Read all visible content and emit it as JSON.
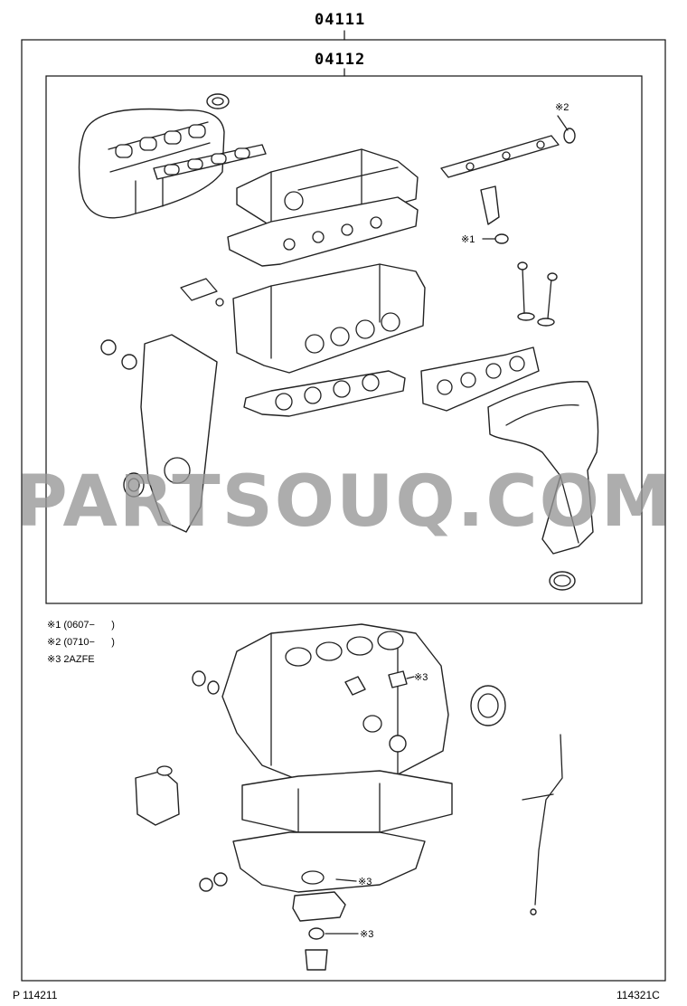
{
  "diagram": {
    "part_numbers": {
      "outer_kit": "04111",
      "inner_kit": "04112"
    },
    "callouts": {
      "mark1": "※1",
      "mark2": "※2",
      "mark3": "※3"
    },
    "notes": [
      "※1 (0607−      )",
      "※2 (0710−      )",
      "※3 2AZFE"
    ],
    "footer": {
      "left": "P 114211",
      "right": "114321C"
    },
    "watermark": "PARTSOUQ.COM"
  }
}
